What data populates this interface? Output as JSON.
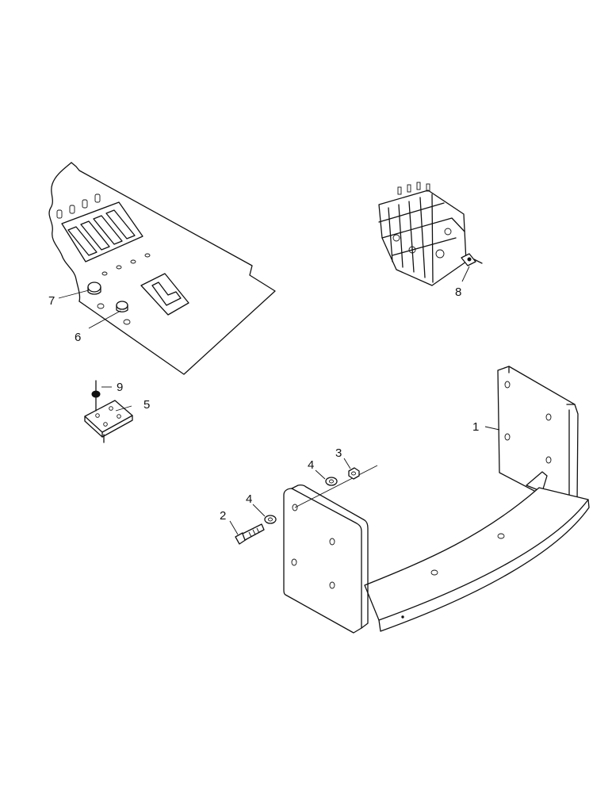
{
  "diagram": {
    "callouts": [
      {
        "id": "c1",
        "label": "1",
        "part": "bracket"
      },
      {
        "id": "c2",
        "label": "2",
        "part": "bolt"
      },
      {
        "id": "c3",
        "label": "3",
        "part": "nut"
      },
      {
        "id": "c4a",
        "label": "4",
        "part": "washer"
      },
      {
        "id": "c4b",
        "label": "4",
        "part": "washer"
      },
      {
        "id": "c5",
        "label": "5",
        "part": "plate"
      },
      {
        "id": "c6",
        "label": "6",
        "part": "plug"
      },
      {
        "id": "c7",
        "label": "7",
        "part": "plug"
      },
      {
        "id": "c8",
        "label": "8",
        "part": "valve-fitting"
      },
      {
        "id": "c9",
        "label": "9",
        "part": "nut"
      }
    ]
  }
}
